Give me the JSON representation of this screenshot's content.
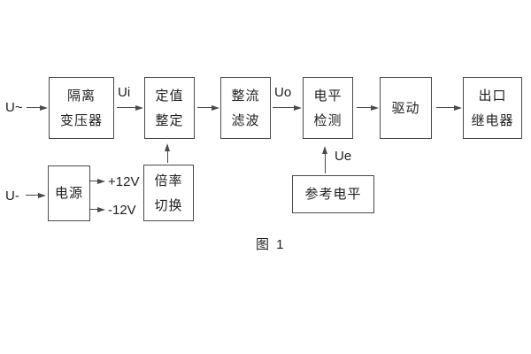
{
  "figure": {
    "caption": "图 1"
  },
  "labels": {
    "ac_input": "U~",
    "dc_input": "U-",
    "ui": "Ui",
    "uo": "Uo",
    "ue": "Ue",
    "plus12": "+12V",
    "minus12": "-12V"
  },
  "blocks": {
    "isolation": {
      "line1": "隔离",
      "line2": "变压器"
    },
    "setting": {
      "line1": "定值",
      "line2": "整定"
    },
    "rectify": {
      "line1": "整流",
      "line2": "滤波"
    },
    "level": {
      "line1": "电平",
      "line2": "检测"
    },
    "drive": {
      "line1": "驱动"
    },
    "output": {
      "line1": "出口",
      "line2": "继电器"
    },
    "power": {
      "line1": "电源"
    },
    "ratio": {
      "line1": "倍率",
      "line2": "切换"
    },
    "reference": {
      "line1": "参考电平"
    }
  },
  "colors": {
    "line": "#4a4a4a",
    "text": "#1f1f1f",
    "background": "#ffffff"
  }
}
